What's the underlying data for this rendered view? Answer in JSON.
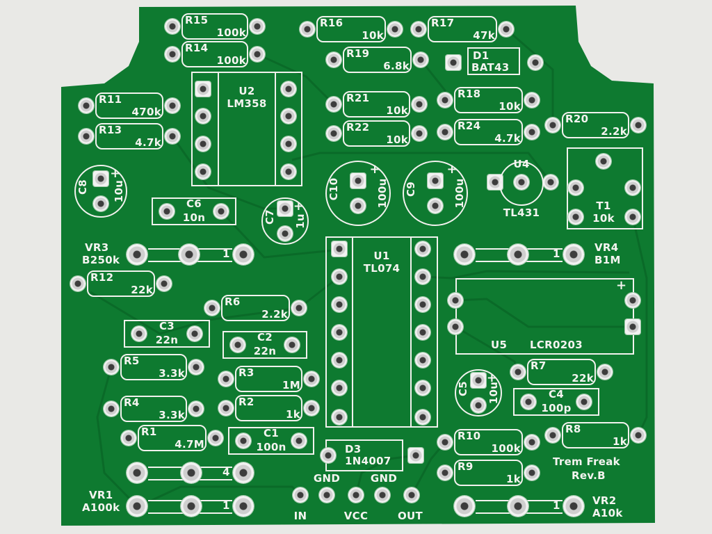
{
  "board": {
    "title": "Trem Freak",
    "revision": "Rev.B",
    "colors": {
      "soldermask": "#0e7a30",
      "silkscreen": "#f4f4f0",
      "background": "#e9e9e6"
    }
  },
  "components": {
    "r15": {
      "ref": "R15",
      "value": "100k"
    },
    "r14": {
      "ref": "R14",
      "value": "100k"
    },
    "r16": {
      "ref": "R16",
      "value": "10k"
    },
    "r17": {
      "ref": "R17",
      "value": "47k"
    },
    "r19": {
      "ref": "R19",
      "value": "6.8k"
    },
    "r11": {
      "ref": "R11",
      "value": "470k"
    },
    "r13": {
      "ref": "R13",
      "value": "4.7k"
    },
    "r21": {
      "ref": "R21",
      "value": "10k"
    },
    "r22": {
      "ref": "R22",
      "value": "10k"
    },
    "r18": {
      "ref": "R18",
      "value": "10k"
    },
    "r24": {
      "ref": "R24",
      "value": "4.7k"
    },
    "r20": {
      "ref": "R20",
      "value": "2.2k"
    },
    "r12": {
      "ref": "R12",
      "value": "22k"
    },
    "r6": {
      "ref": "R6",
      "value": "2.2k"
    },
    "r5": {
      "ref": "R5",
      "value": "3.3k"
    },
    "r3": {
      "ref": "R3",
      "value": "1M"
    },
    "r7": {
      "ref": "R7",
      "value": "22k"
    },
    "r2": {
      "ref": "R2",
      "value": "1k"
    },
    "r4": {
      "ref": "R4",
      "value": "3.3k"
    },
    "r1": {
      "ref": "R1",
      "value": "4.7M"
    },
    "r10": {
      "ref": "R10",
      "value": "100k"
    },
    "r8": {
      "ref": "R8",
      "value": "1k"
    },
    "r9": {
      "ref": "R9",
      "value": "1k"
    },
    "c6": {
      "ref": "C6",
      "value": "10n"
    },
    "c3": {
      "ref": "C3",
      "value": "22n"
    },
    "c2": {
      "ref": "C2",
      "value": "22n"
    },
    "c4": {
      "ref": "C4",
      "value": "100p"
    },
    "c1": {
      "ref": "C1",
      "value": "100n"
    },
    "c8": {
      "ref": "C8",
      "value": "10u"
    },
    "c7": {
      "ref": "C7",
      "value": "1u"
    },
    "c10": {
      "ref": "C10",
      "value": "100u"
    },
    "c9": {
      "ref": "C9",
      "value": "100u"
    },
    "c5": {
      "ref": "C5",
      "value": "10u"
    },
    "u2": {
      "ref": "U2",
      "value": "LM358"
    },
    "u1": {
      "ref": "U1",
      "value": "TL074"
    },
    "u4": {
      "ref": "U4",
      "value": "TL431"
    },
    "u5": {
      "ref": "U5",
      "value": "LCR0203"
    },
    "t1": {
      "ref": "T1",
      "value": "10k"
    },
    "d1": {
      "ref": "D1",
      "value": "BAT43"
    },
    "d3": {
      "ref": "D3",
      "value": "1N4007"
    },
    "vr1": {
      "ref": "VR1",
      "value": "A100k"
    },
    "vr2": {
      "ref": "VR2",
      "value": "A10k"
    },
    "vr3": {
      "ref": "VR3",
      "value": "B250k"
    },
    "vr4": {
      "ref": "VR4",
      "value": "B1M"
    }
  },
  "markings": {
    "plus": "+",
    "pin_one": "1",
    "pin_four": "4"
  },
  "connectors": {
    "gnd_left": "GND",
    "gnd_right": "GND",
    "in": "IN",
    "vcc": "VCC",
    "out": "OUT"
  }
}
